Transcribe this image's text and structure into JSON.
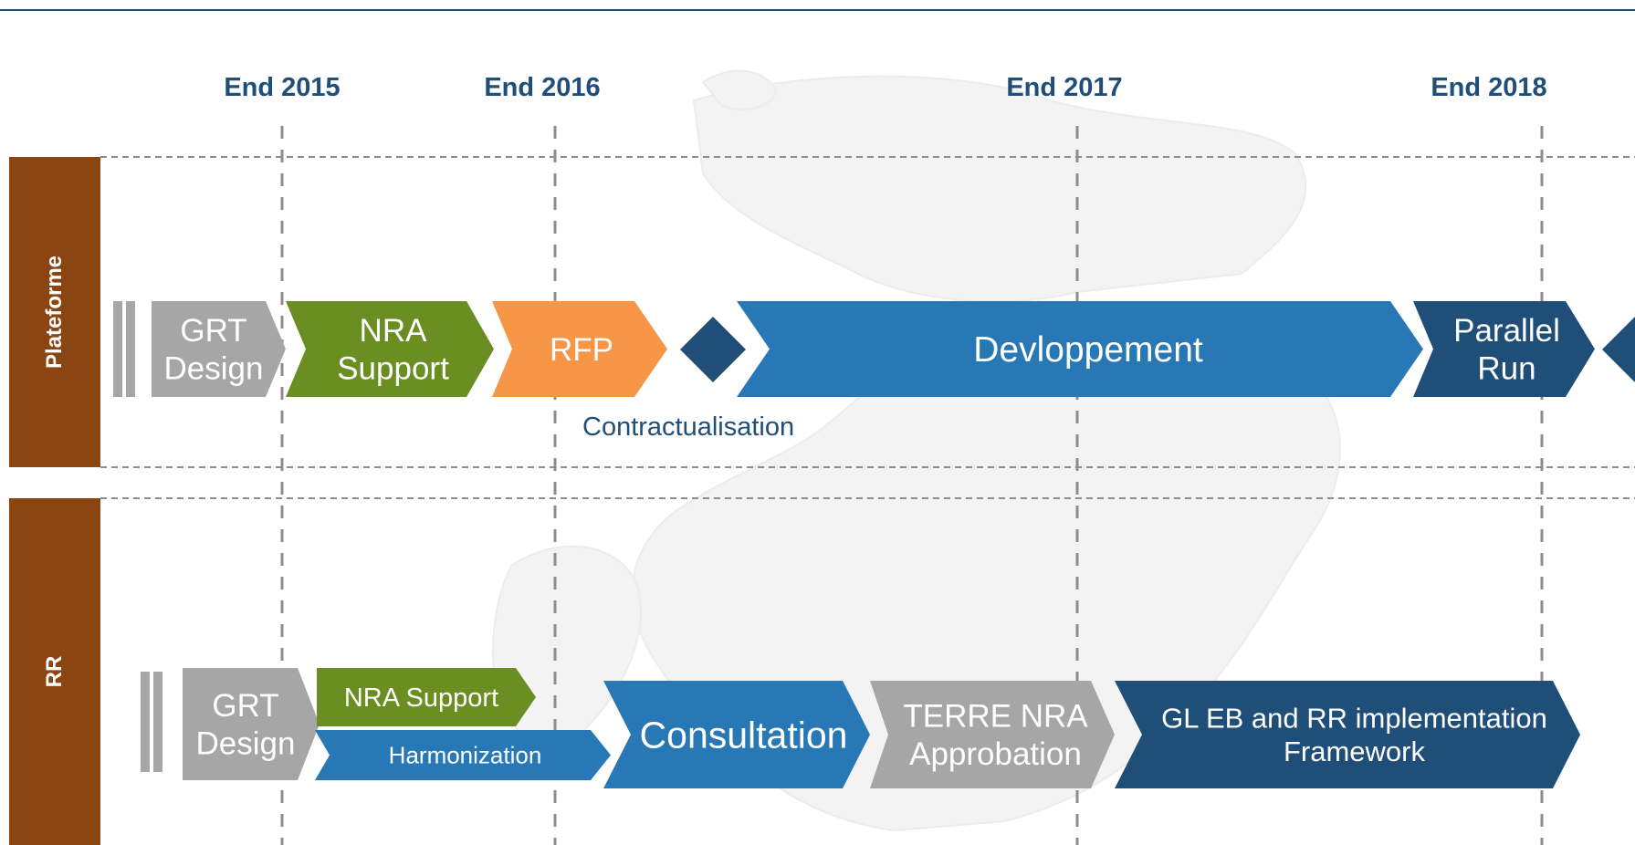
{
  "milestones": [
    "End 2015",
    "End 2016",
    "End 2017",
    "End 2018"
  ],
  "lanes": [
    {
      "label": "Plateforme"
    },
    {
      "label": "RR"
    }
  ],
  "plateforme": {
    "phases": [
      {
        "lines": [
          "GRT",
          "Design"
        ],
        "color": "#a6a6a6"
      },
      {
        "lines": [
          "NRA",
          "Support"
        ],
        "color": "#6b8e23"
      },
      {
        "lines": [
          "RFP"
        ],
        "color": "#f79646"
      },
      {
        "lines": [
          "Devloppement"
        ],
        "color": "#2878b5"
      },
      {
        "lines": [
          "Parallel",
          "Run"
        ],
        "color": "#1f4e79"
      }
    ],
    "annotation": "Contractualisation"
  },
  "rr": {
    "phases": [
      {
        "lines": [
          "GRT",
          "Design"
        ],
        "color": "#a6a6a6"
      },
      {
        "lines": [
          "NRA Support"
        ],
        "color": "#6b8e23"
      },
      {
        "lines": [
          "Harmonization"
        ],
        "color": "#2878b5"
      },
      {
        "lines": [
          "Consultation"
        ],
        "color": "#2878b5"
      },
      {
        "lines": [
          "TERRE NRA",
          "Approbation"
        ],
        "color": "#a6a6a6"
      },
      {
        "lines": [
          "GL EB and RR implementation",
          "Framework"
        ],
        "color": "#1f4e79"
      }
    ]
  },
  "colors": {
    "lane": "#8b4513",
    "milestone_text": "#1f4e79",
    "diamond": "#1f4e79"
  }
}
